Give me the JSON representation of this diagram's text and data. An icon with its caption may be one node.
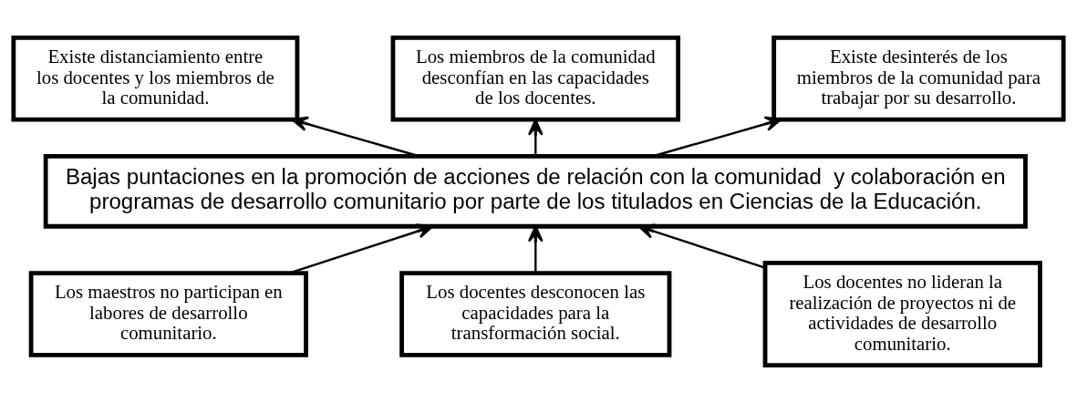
{
  "diagram": {
    "nodes": [
      {
        "text": [
          "Existe distanciamiento entre los docentes y los miembros de la comunidad."
        ]
      },
      {
        "text": [
          "Los miembros de la comunidad desconfían en las capacidades de los docentes."
        ]
      },
      {
        "text": [
          "Existe desinterés de los miembros de la comunidad para trabajar por su desarrollo."
        ]
      },
      {
        "text": [
          "Bajas puntaciones en la promoción de acciones de relación con la comunidad  y colaboración en programas de desarrollo comunitario por parte de los titulados en Ciencias de la Educación."
        ]
      },
      {
        "text": [
          "Los maestros no participan en labores de desarrollo comunitario."
        ]
      },
      {
        "text": [
          "Los docentes desconocen las capacidades para la transformación social."
        ]
      },
      {
        "text": [
          "Los docentes no lideran la realización de proyectos ni de actividades de desarrollo comunitario."
        ]
      }
    ],
    "edges": [
      {
        "from": 3,
        "to": 0,
        "arrow": "to"
      },
      {
        "from": 3,
        "to": 1,
        "arrow": "to"
      },
      {
        "from": 3,
        "to": 2,
        "arrow": "to"
      },
      {
        "from": 4,
        "to": 3,
        "arrow": "to"
      },
      {
        "from": 5,
        "to": 3,
        "arrow": "to"
      },
      {
        "from": 6,
        "to": 3,
        "arrow": "to"
      }
    ]
  }
}
